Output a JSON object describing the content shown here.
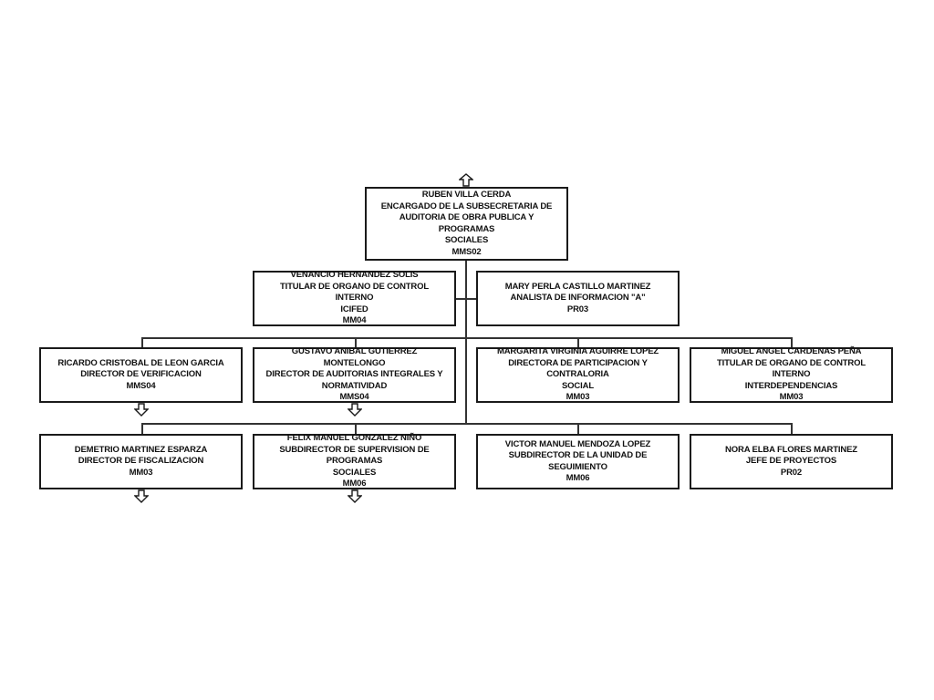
{
  "org_chart": {
    "top": {
      "name": "RUBEN VILLA CERDA",
      "title_lines": [
        "ENCARGADO DE LA SUBSECRETARIA DE",
        "AUDITORIA DE OBRA PUBLICA Y PROGRAMAS",
        "SOCIALES"
      ],
      "code": "MMS02",
      "arrow": "up"
    },
    "staff": [
      {
        "name": "VENANCIO HERNANDEZ SOLIS",
        "title_lines": [
          "TITULAR DE ORGANO DE CONTROL INTERNO",
          "ICIFED"
        ],
        "code": "MM04"
      },
      {
        "name": "MARY PERLA CASTILLO MARTINEZ",
        "title_lines": [
          "ANALISTA DE INFORMACION \"A\""
        ],
        "code": "PR03"
      }
    ],
    "row2": [
      {
        "name": "RICARDO CRISTOBAL DE LEON GARCIA",
        "title_lines": [
          "DIRECTOR DE VERIFICACION"
        ],
        "code": "MMS04",
        "arrow": "down"
      },
      {
        "name": "GUSTAVO ANIBAL GUTIERREZ MONTELONGO",
        "title_lines": [
          "DIRECTOR DE AUDITORIAS INTEGRALES Y",
          "NORMATIVIDAD"
        ],
        "code": "MMS04",
        "arrow": "down"
      },
      {
        "name": "MARGARITA VIRGINIA AGUIRRE LOPEZ",
        "title_lines": [
          "DIRECTORA DE PARTICIPACION Y CONTRALORIA",
          "SOCIAL"
        ],
        "code": "MM03"
      },
      {
        "name": "MIGUEL ANGEL CARDENAS PEÑA",
        "title_lines": [
          "TITULAR DE ORGANO DE CONTROL INTERNO",
          "INTERDEPENDENCIAS"
        ],
        "code": "MM03"
      }
    ],
    "row3": [
      {
        "name": "DEMETRIO MARTINEZ ESPARZA",
        "title_lines": [
          "DIRECTOR DE FISCALIZACION"
        ],
        "code": "MM03",
        "arrow": "down"
      },
      {
        "name": "FELIX MANUEL GONZALEZ NIÑO",
        "title_lines": [
          "SUBDIRECTOR DE SUPERVISION DE PROGRAMAS",
          "SOCIALES"
        ],
        "code": "MM06",
        "arrow": "down"
      },
      {
        "name": "VICTOR MANUEL MENDOZA LOPEZ",
        "title_lines": [
          "SUBDIRECTOR DE LA UNIDAD DE SEGUIMIENTO"
        ],
        "code": "MM06"
      },
      {
        "name": "NORA ELBA FLORES MARTINEZ",
        "title_lines": [
          "JEFE DE PROYECTOS"
        ],
        "code": "PR02"
      }
    ]
  }
}
